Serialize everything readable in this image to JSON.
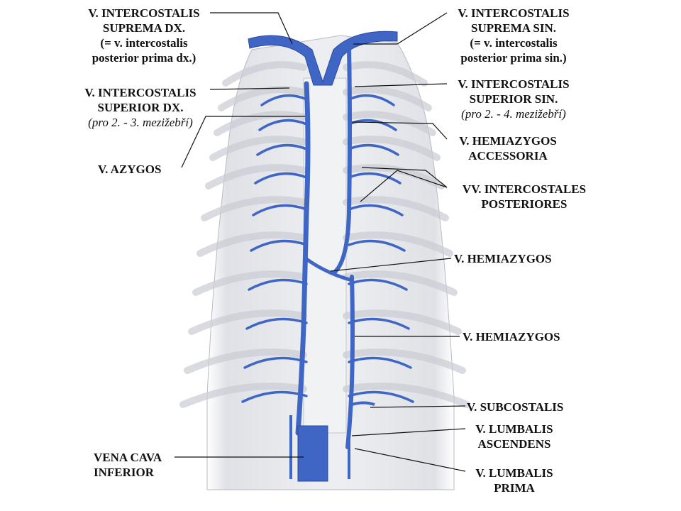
{
  "colors": {
    "vein": "#3f66c4",
    "vein_dark": "#2a4aa0",
    "background_tissue": "#e4e6ea",
    "rib": "#d9dbe0",
    "leader": "#111111"
  },
  "labels": {
    "suprema_dx": {
      "line1": "V. INTERCOSTALIS",
      "line2": "SUPREMA DX.",
      "line3": "(= v. intercostalis",
      "line4": "posterior prima dx.)"
    },
    "superior_dx": {
      "line1": "V. INTERCOSTALIS",
      "line2": "SUPERIOR DX.",
      "line3": "(pro 2. - 3. mezižebří)"
    },
    "azygos": "V. AZYGOS",
    "vena_cava": {
      "line1": "VENA CAVA",
      "line2": "INFERIOR"
    },
    "suprema_sin": {
      "line1": "V. INTERCOSTALIS",
      "line2": "SUPREMA SIN.",
      "line3": "(= v. intercostalis",
      "line4": "posterior prima sin.)"
    },
    "superior_sin": {
      "line1": "V. INTERCOSTALIS",
      "line2": "SUPERIOR SIN.",
      "line3": "(pro 2. - 4. mezižebří)"
    },
    "hemiazygos_accessoria": {
      "line1": "V. HEMIAZYGOS",
      "line2": "ACCESSORIA"
    },
    "intercostales_posteriores": {
      "line1": "VV. INTERCOSTALES",
      "line2": "POSTERIORES"
    },
    "hemiazygos_1": "V. HEMIAZYGOS",
    "hemiazygos_2": "V. HEMIAZYGOS",
    "subcostalis": "V. SUBCOSTALIS",
    "lumbalis_ascendens": {
      "line1": "V. LUMBALIS",
      "line2": "ASCENDENS"
    },
    "lumbalis_prima": {
      "line1": "V. LUMBALIS",
      "line2": "PRIMA"
    }
  }
}
